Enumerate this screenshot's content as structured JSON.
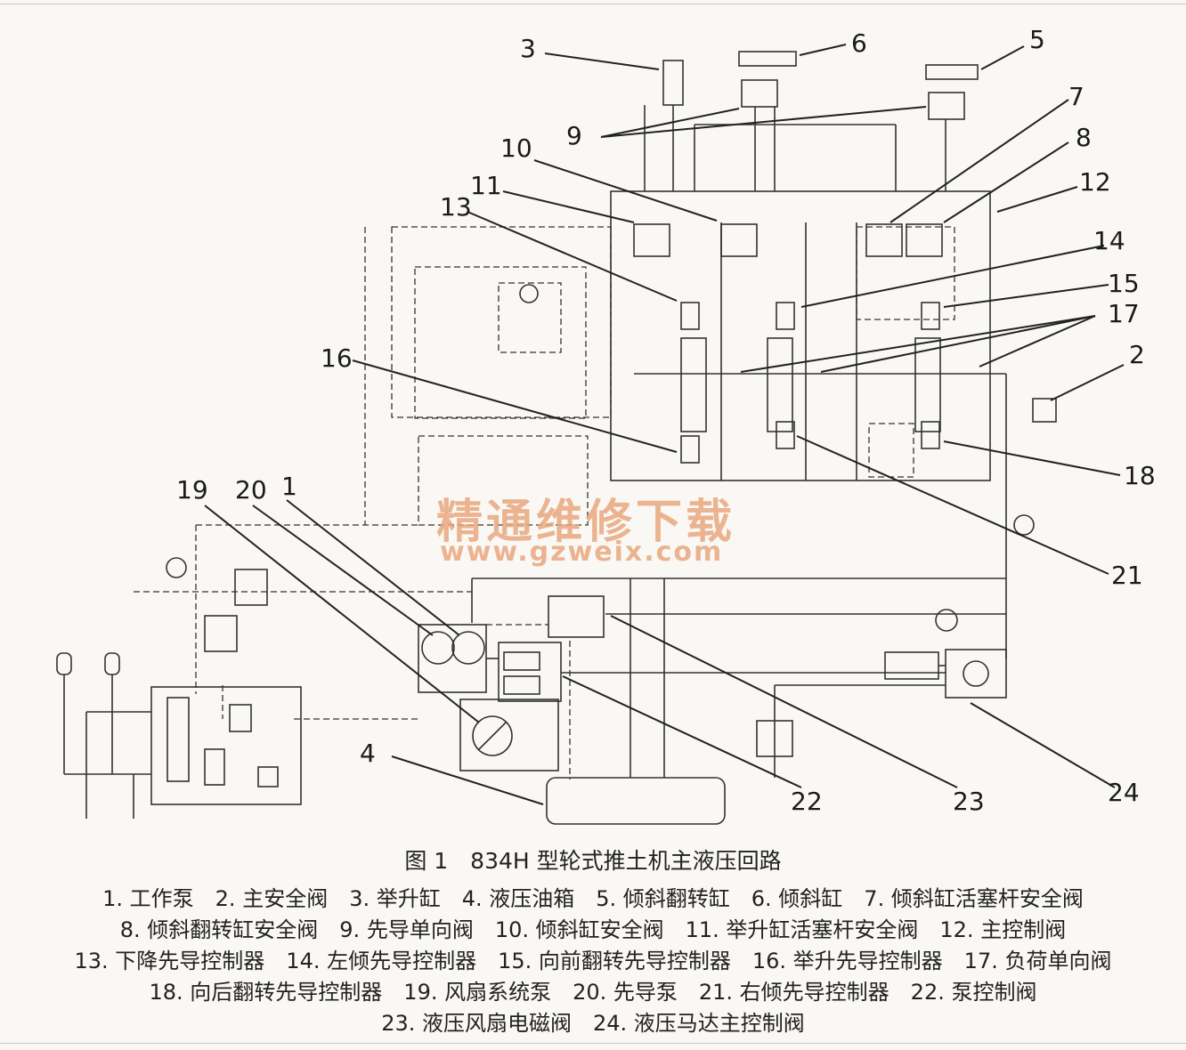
{
  "callouts": [
    "1",
    "2",
    "3",
    "4",
    "5",
    "6",
    "7",
    "8",
    "9",
    "10",
    "11",
    "12",
    "13",
    "14",
    "15",
    "16",
    "17",
    "18",
    "19",
    "20",
    "21",
    "22",
    "23",
    "24"
  ],
  "watermark": {
    "cn": "精通维修下载",
    "url": "www.gzweix.com"
  },
  "caption": {
    "title": "图 1　834H 型轮式推土机主液压回路",
    "line1": "1. 工作泵　2. 主安全阀　3. 举升缸　4. 液压油箱　5. 倾斜翻转缸　6. 倾斜缸　7. 倾斜缸活塞杆安全阀",
    "line2": "8. 倾斜翻转缸安全阀　9. 先导单向阀　10. 倾斜缸安全阀　11. 举升缸活塞杆安全阀　12. 主控制阀",
    "line3": "13. 下降先导控制器　14. 左倾先导控制器　15. 向前翻转先导控制器　16. 举升先导控制器　17. 负荷单向阀",
    "line4": "18. 向后翻转先导控制器　19. 风扇系统泵　20. 先导泵　21. 右倾先导控制器　22. 泵控制阀",
    "line5": "23. 液压风扇电磁阀　24. 液压马达主控制阀"
  },
  "colors": {
    "line": "#333333",
    "watermark": "#e9a77e",
    "background": "#faf8f5"
  }
}
